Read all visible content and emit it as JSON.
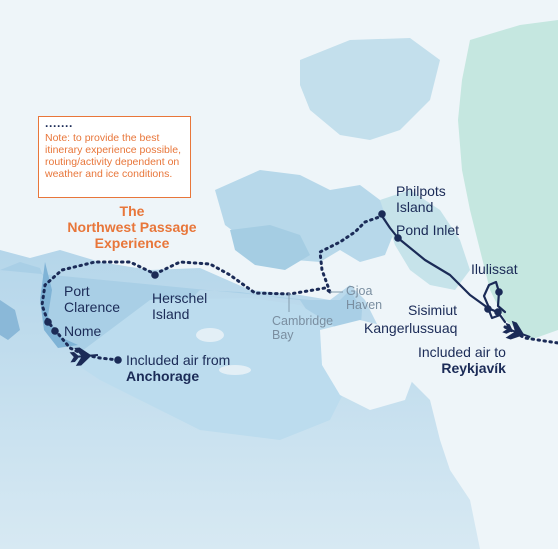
{
  "note": {
    "dots": "·······",
    "text": "Note: to provide the best itinerary experience possible, routing/activity dependent on weather and ice conditions."
  },
  "title": {
    "line1": "The",
    "line2": "Northwest Passage",
    "line3": "Experience"
  },
  "places": {
    "port_clarence": [
      "Port",
      "Clarence"
    ],
    "nome": "Nome",
    "herschel": [
      "Herschel",
      "Island"
    ],
    "cambridge_bay": [
      "Cambridge",
      "Bay"
    ],
    "gjoa_haven": [
      "Gjoa",
      "Haven"
    ],
    "philpots": [
      "Philpots",
      "Island"
    ],
    "pond_inlet": "Pond Inlet",
    "ilulissat": "Ilulissat",
    "sisimiut": "Sisimiut",
    "kangerlussuaq": "Kangerlussuaq"
  },
  "air": {
    "from_label": "Included air from",
    "from_city": "Anchorage",
    "to_label": "Included air to",
    "to_city": "Reykjavík"
  },
  "colors": {
    "route": "#1b2b57",
    "accent": "#e8763a",
    "water": "#eef5f9",
    "land_light": "#cfe3ef",
    "land_dark": "#8dc0e0"
  },
  "icons": [
    "airplane-icon",
    "airplane-icon"
  ]
}
